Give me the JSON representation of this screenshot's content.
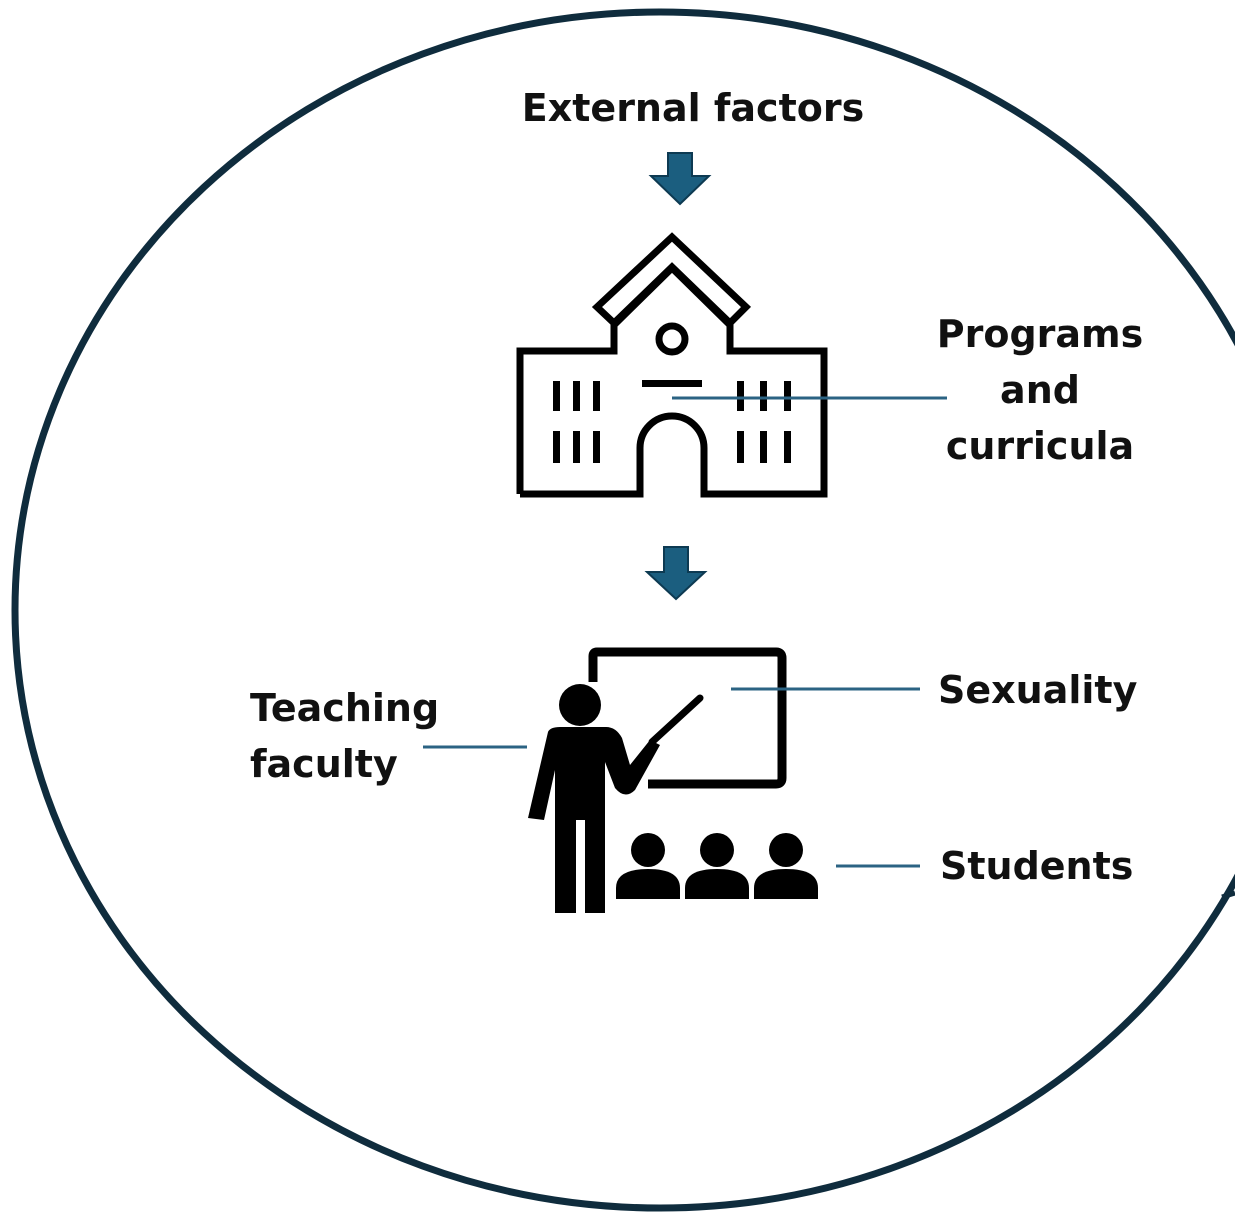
{
  "diagram": {
    "title": "External factors",
    "nodes": {
      "programs": {
        "label_lines": [
          "Programs",
          "and",
          "curricula"
        ]
      },
      "sexuality": {
        "label": "Sexuality"
      },
      "teaching": {
        "label_lines": [
          "Teaching",
          "faculty"
        ]
      },
      "students": {
        "label": "Students"
      }
    },
    "icons": {
      "school": "school-building-icon",
      "teacher": "teacher-presentation-icon",
      "students": "students-group-icon",
      "arrow": "down-arrow-icon"
    },
    "colors": {
      "circle": "#0f2c3d",
      "arrow": "#1b5e7f",
      "connector": "#2b6383",
      "icon": "#000000"
    }
  }
}
